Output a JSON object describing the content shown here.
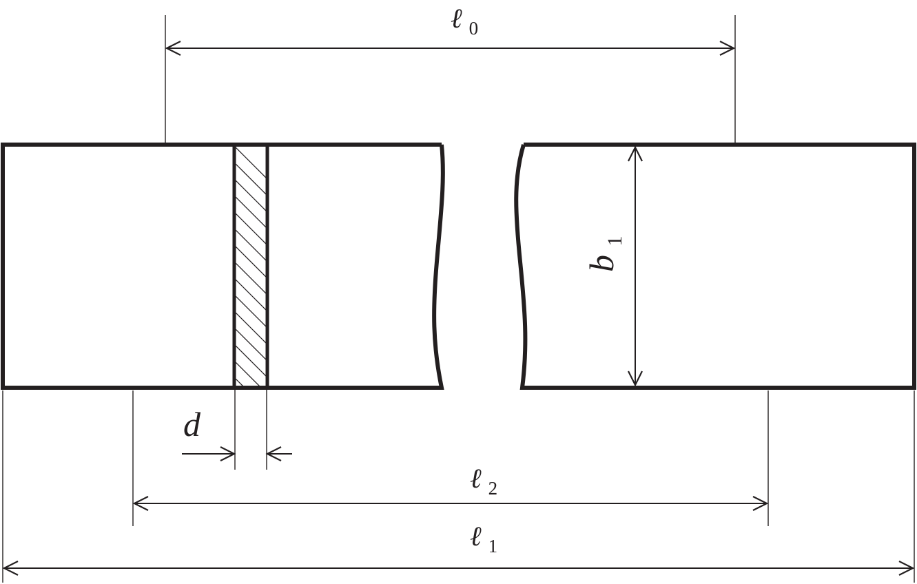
{
  "diagram": {
    "labels": {
      "l0": {
        "symbol": "ℓ",
        "subscript": "0"
      },
      "l1": {
        "symbol": "ℓ",
        "subscript": "1"
      },
      "l2": {
        "symbol": "ℓ",
        "subscript": "2"
      },
      "b1": {
        "symbol": "b",
        "subscript": "1"
      },
      "d": {
        "symbol": "d"
      }
    },
    "colors": {
      "stroke": "#231f20",
      "background": "#ffffff"
    }
  }
}
